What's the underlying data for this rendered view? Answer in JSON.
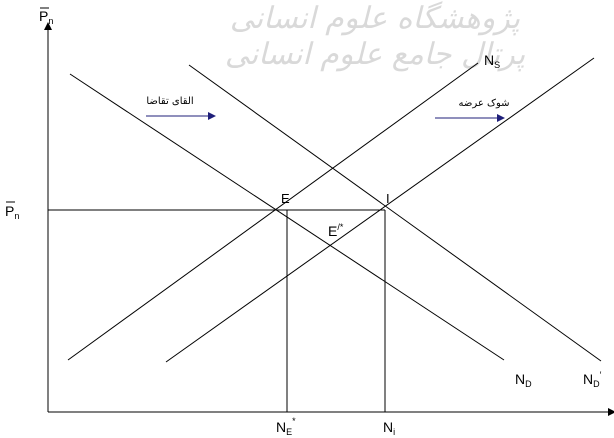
{
  "watermark": {
    "top_text": "پژوهشگاه علوم انسانی",
    "bottom_text": "پرتال جامع علوم انسانی"
  },
  "axes": {
    "y_label_main": "P",
    "y_label_sub": "n",
    "y_label_overbar": true,
    "price_level_main": "P",
    "price_level_sub": "n"
  },
  "curves": {
    "supply_1": {
      "main": "N",
      "sub": "S"
    },
    "supply_2": {
      "main": "",
      "sub": ""
    },
    "demand_1": {
      "main": "N",
      "sub": "D"
    },
    "demand_2": {
      "main": "N",
      "sub": "D",
      "prime": "′"
    }
  },
  "points": {
    "E": "E",
    "I": "I",
    "E_star": {
      "main": "E",
      "sup": "/*"
    }
  },
  "x_ticks": {
    "NE_star": {
      "main": "N",
      "sub": "E",
      "sup": "*"
    },
    "Ni": {
      "main": "N",
      "sub": "i"
    }
  },
  "annotations": {
    "demand_shift": "القای تقاضا",
    "supply_shock": "شوک عرضه",
    "arrow_color": "#1f1f7a"
  }
}
